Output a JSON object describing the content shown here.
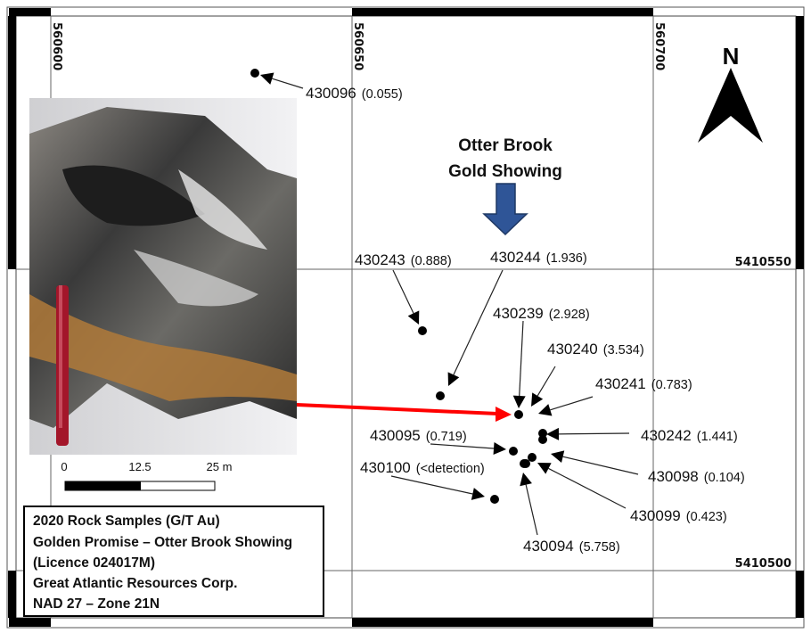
{
  "title": {
    "line1": "Otter Brook",
    "line2": "Gold Showing"
  },
  "eastings": [
    "560600",
    "560650",
    "560700"
  ],
  "northings": [
    "5410550",
    "5410500"
  ],
  "north_label": "N",
  "scale_bar": {
    "ticks": [
      "0",
      "12.5",
      "25 m"
    ]
  },
  "legend": [
    "2020 Rock Samples (G/T Au)",
    "Golden Promise – Otter Brook Showing",
    "(Licence 024017M)",
    "Great Atlantic Resources Corp.",
    "NAD 27 – Zone 21N"
  ],
  "samples": [
    {
      "id": "430096",
      "value": "(0.055)"
    },
    {
      "id": "430243",
      "value": "(0.888)"
    },
    {
      "id": "430244",
      "value": "(1.936)"
    },
    {
      "id": "430239",
      "value": "(2.928)"
    },
    {
      "id": "430240",
      "value": "(3.534)"
    },
    {
      "id": "430241",
      "value": "(0.783)"
    },
    {
      "id": "430242",
      "value": "(1.441)"
    },
    {
      "id": "430095",
      "value": "(0.719)"
    },
    {
      "id": "430098",
      "value": "(0.104)"
    },
    {
      "id": "430099",
      "value": "(0.423)"
    },
    {
      "id": "430100",
      "value": "(<detection)"
    },
    {
      "id": "430094",
      "value": "(5.758)"
    }
  ],
  "colors": {
    "highlight_arrow": "#ff0000",
    "showing_arrow": "#2f5597"
  }
}
